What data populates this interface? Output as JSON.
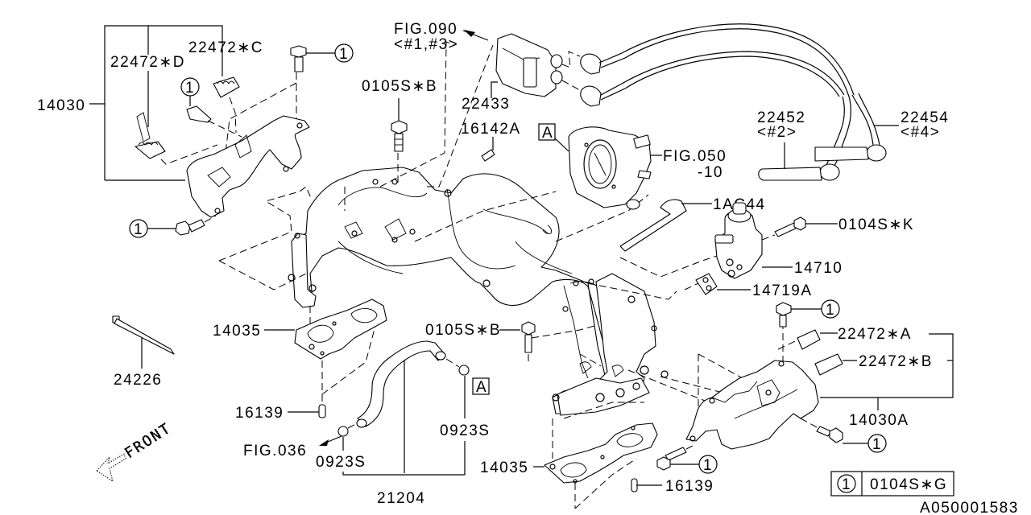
{
  "diagram": {
    "title": "Intake manifold parts diagram",
    "code": "A050001583",
    "labels": {
      "p14030": "14030",
      "p22472D": "22472∗D",
      "p22472C": "22472∗C",
      "p0105SB_top": "0105S∗B",
      "fig090": "FIG.090",
      "fig090_sub": "<#1,#3>",
      "p22433": "22433",
      "p16142A": "16142A",
      "callout_a_top": "A",
      "fig050": "FIG.050",
      "fig050_sub": "-10",
      "p22452": "22452",
      "p22452_sub": "<#2>",
      "p22454": "22454",
      "p22454_sub": "<#4>",
      "p1AC44": "1AC44",
      "p0104SK": "0104S∗K",
      "p14710": "14710",
      "p14719A": "14719A",
      "p14035_left": "14035",
      "p24226": "24226",
      "p16139_left": "16139",
      "fig036": "FIG.036",
      "p0923S_left": "0923S",
      "p0923S_right": "0923S",
      "p21204": "21204",
      "p0105SB_mid": "0105S∗B",
      "callout_a_bottom": "A",
      "p22472A": "22472∗A",
      "p22472B": "22472∗B",
      "p14030A": "14030A",
      "p14035_bottom": "14035",
      "p16139_bottom": "16139",
      "front": "FRONT"
    },
    "circle_ref": "1",
    "legend": {
      "ref": "1",
      "part": "0104S∗G"
    }
  }
}
